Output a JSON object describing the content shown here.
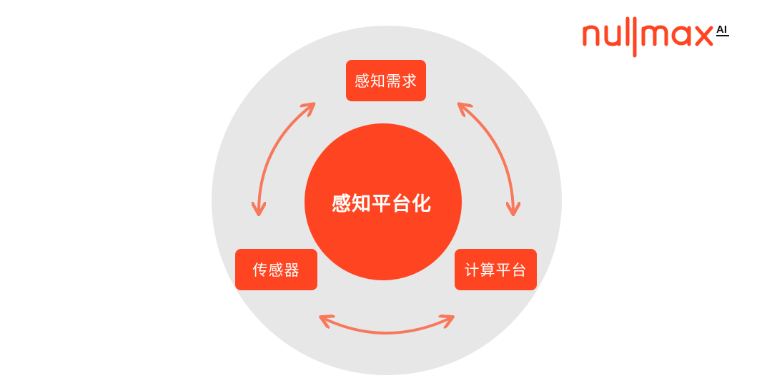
{
  "diagram": {
    "center_label": "感知平台化",
    "nodes": {
      "top": "感知需求",
      "left": "传感器",
      "right": "计算平台"
    }
  },
  "logo": {
    "brand": "nullmax",
    "suffix": "AI"
  },
  "colors": {
    "accent": "#ff4421",
    "arrow": "#f7785a",
    "outer_circle": "#e8e7e7"
  }
}
